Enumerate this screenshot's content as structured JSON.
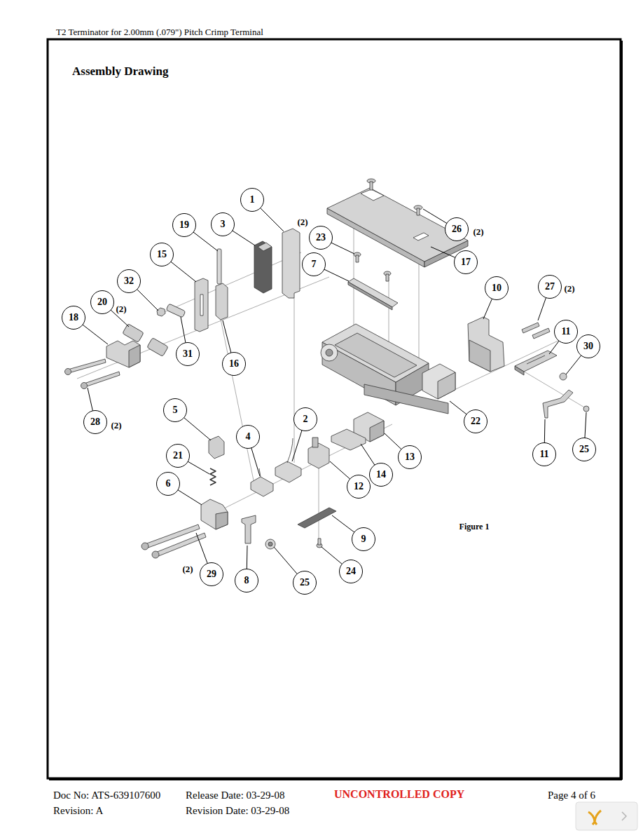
{
  "diagram": {
    "title": "Assembly Drawing",
    "caption": "Figure 1",
    "nodes": [
      {
        "text": [
          "1"
        ]
      },
      {
        "text": [
          "19"
        ]
      },
      {
        "text": [
          "3"
        ]
      },
      {
        "text": [
          "26"
        ]
      },
      {
        "text": [
          "23"
        ]
      },
      {
        "text": [
          "15"
        ]
      },
      {
        "text": [
          "17"
        ]
      },
      {
        "text": [
          "7"
        ]
      },
      {
        "text": [
          "32"
        ]
      },
      {
        "text": [
          "27"
        ]
      },
      {
        "text": [
          "10"
        ]
      },
      {
        "text": [
          "20"
        ]
      },
      {
        "text": [
          "18"
        ]
      },
      {
        "text": [
          "11"
        ]
      },
      {
        "text": [
          "30"
        ]
      },
      {
        "text": [
          "31"
        ]
      },
      {
        "text": [
          "16"
        ]
      },
      {
        "text": [
          "5"
        ]
      },
      {
        "text": [
          "2"
        ]
      },
      {
        "text": [
          "22"
        ]
      },
      {
        "text": [
          "28"
        ]
      },
      {
        "text": [
          "4"
        ]
      },
      {
        "text": [
          "25"
        ]
      },
      {
        "text": [
          "11"
        ]
      },
      {
        "text": [
          "21"
        ]
      },
      {
        "text": [
          "13"
        ]
      },
      {
        "text": [
          "14"
        ]
      },
      {
        "text": [
          "6"
        ]
      },
      {
        "text": [
          "12"
        ]
      },
      {
        "text": [
          "9"
        ]
      },
      {
        "text": [
          "24"
        ]
      },
      {
        "text": [
          "29"
        ]
      },
      {
        "text": [
          "8"
        ]
      },
      {
        "text": [
          "25"
        ]
      }
    ],
    "labels": [
      "T2 Terminator for 2.00mm (.079\") Pitch Crimp Terminal",
      "(2)",
      "(2)",
      "(2)",
      "(2)",
      "(2)",
      "(2)",
      "Doc No: ATS-639107600",
      "Release Date: 03-29-08",
      "UNCONTROLLED COPY",
      "Page 4 of 6",
      "Revision: A",
      "Revision Date: 03-29-08"
    ]
  }
}
